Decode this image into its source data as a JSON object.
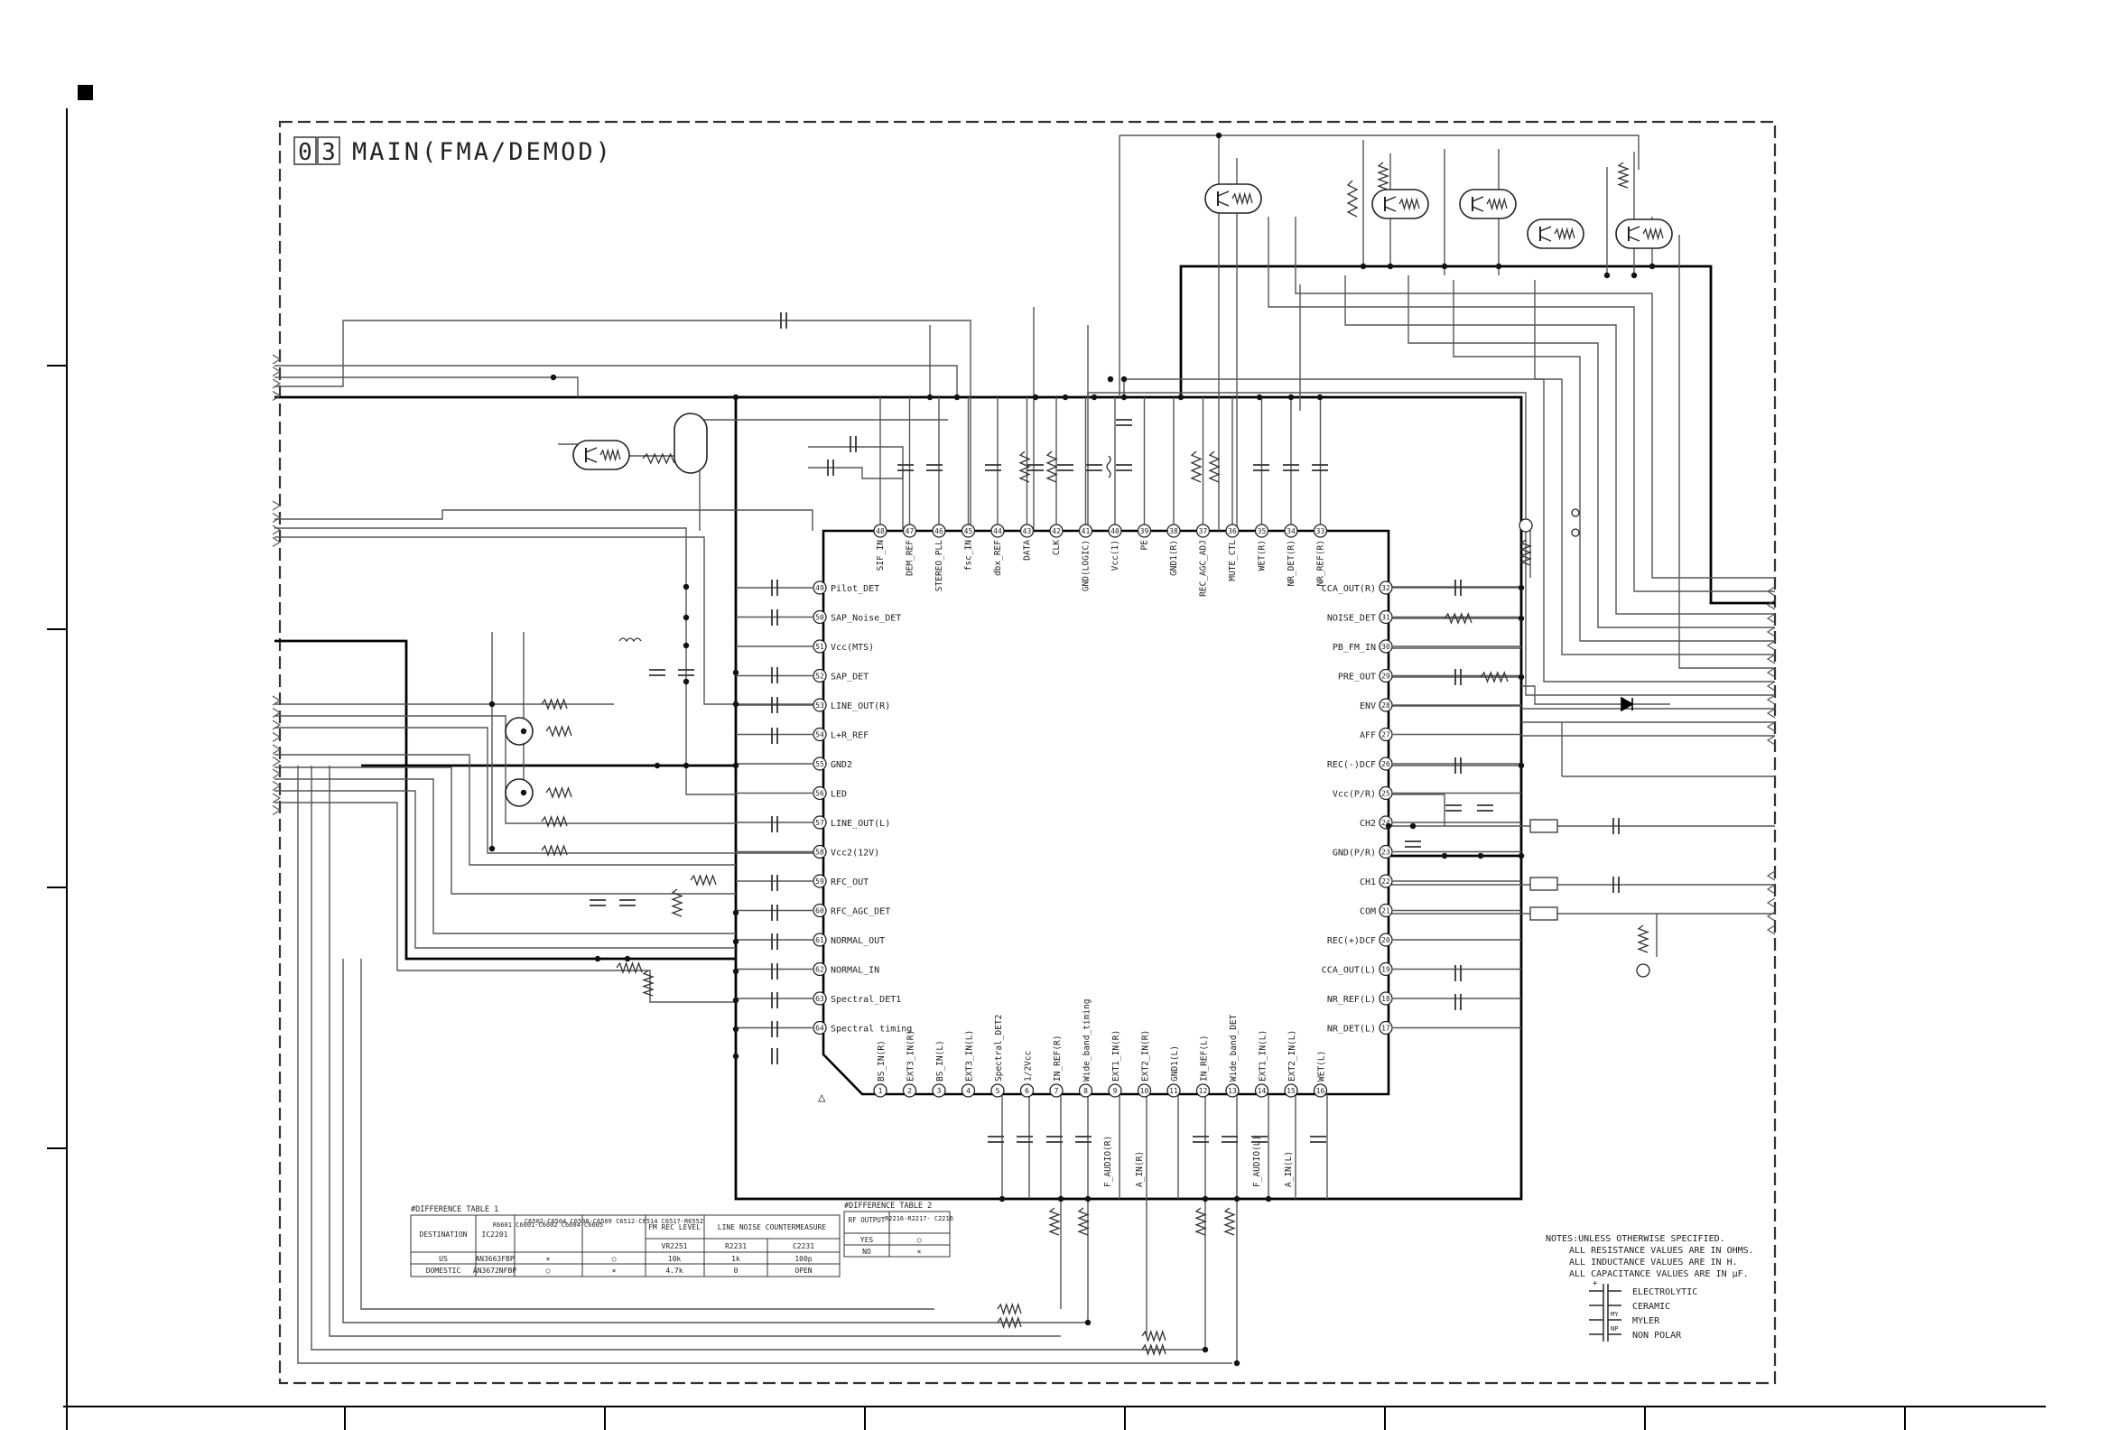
{
  "diagram": {
    "title_block": {
      "number_left": "0",
      "number_right": "3",
      "title": "MAIN(FMA/DEMOD)"
    },
    "ic_pins_top": [
      {
        "n": "48",
        "label": "SIF_IN"
      },
      {
        "n": "47",
        "label": "DEM_REF"
      },
      {
        "n": "46",
        "label": "STEREO_PLL"
      },
      {
        "n": "45",
        "label": "fsc_IN"
      },
      {
        "n": "44",
        "label": "dbx_REF"
      },
      {
        "n": "43",
        "label": "DATA"
      },
      {
        "n": "42",
        "label": "CLK"
      },
      {
        "n": "41",
        "label": "GND(LOGIC)"
      },
      {
        "n": "40",
        "label": "Vcc(1)"
      },
      {
        "n": "39",
        "label": "PE"
      },
      {
        "n": "38",
        "label": "GND1(R)"
      },
      {
        "n": "37",
        "label": "REC_AGC_ADJ"
      },
      {
        "n": "36",
        "label": "MUTE_CTL"
      },
      {
        "n": "35",
        "label": "WET(R)"
      },
      {
        "n": "34",
        "label": "NR_DET(R)"
      },
      {
        "n": "33",
        "label": "NR_REF(R)"
      }
    ],
    "ic_pins_left": [
      {
        "n": "49",
        "label": "Pilot_DET"
      },
      {
        "n": "50",
        "label": "SAP_Noise_DET"
      },
      {
        "n": "51",
        "label": "Vcc(MTS)"
      },
      {
        "n": "52",
        "label": "SAP_DET"
      },
      {
        "n": "53",
        "label": "LINE_OUT(R)"
      },
      {
        "n": "54",
        "label": "L+R_REF"
      },
      {
        "n": "55",
        "label": "GND2"
      },
      {
        "n": "56",
        "label": "LED"
      },
      {
        "n": "57",
        "label": "LINE_OUT(L)"
      },
      {
        "n": "58",
        "label": "Vcc2(12V)"
      },
      {
        "n": "59",
        "label": "RFC_OUT"
      },
      {
        "n": "60",
        "label": "RFC_AGC_DET"
      },
      {
        "n": "61",
        "label": "NORMAL_OUT"
      },
      {
        "n": "62",
        "label": "NORMAL_IN"
      },
      {
        "n": "63",
        "label": "Spectral_DET1"
      },
      {
        "n": "64",
        "label": "Spectral timing"
      }
    ],
    "ic_pins_right": [
      {
        "n": "32",
        "label": "CCA_OUT(R)"
      },
      {
        "n": "31",
        "label": "NOISE_DET"
      },
      {
        "n": "30",
        "label": "PB_FM_IN"
      },
      {
        "n": "29",
        "label": "PRE_OUT"
      },
      {
        "n": "28",
        "label": "ENV"
      },
      {
        "n": "27",
        "label": "AFF"
      },
      {
        "n": "26",
        "label": "REC(-)DCF"
      },
      {
        "n": "25",
        "label": "Vcc(P/R)"
      },
      {
        "n": "24",
        "label": "CH2"
      },
      {
        "n": "23",
        "label": "GND(P/R)"
      },
      {
        "n": "22",
        "label": "CH1"
      },
      {
        "n": "21",
        "label": "COM"
      },
      {
        "n": "20",
        "label": "REC(+)DCF"
      },
      {
        "n": "19",
        "label": "CCA_OUT(L)"
      },
      {
        "n": "18",
        "label": "NR_REF(L)"
      },
      {
        "n": "17",
        "label": "NR_DET(L)"
      }
    ],
    "ic_pins_bottom": [
      {
        "n": "1",
        "label": "BS_IN(R)"
      },
      {
        "n": "2",
        "label": "EXT3_IN(R)"
      },
      {
        "n": "3",
        "label": "BS_IN(L)"
      },
      {
        "n": "4",
        "label": "EXT3_IN(L)"
      },
      {
        "n": "5",
        "label": "Spectral_DET2"
      },
      {
        "n": "6",
        "label": "1/2Vcc"
      },
      {
        "n": "7",
        "label": "IN_REF(R)"
      },
      {
        "n": "8",
        "label": "Wide_band_timing"
      },
      {
        "n": "9",
        "label": "EXT1_IN(R)"
      },
      {
        "n": "10",
        "label": "EXT2_IN(R)"
      },
      {
        "n": "11",
        "label": "GND1(L)"
      },
      {
        "n": "12",
        "label": "IN_REF(L)"
      },
      {
        "n": "13",
        "label": "Wide_band_DET"
      },
      {
        "n": "14",
        "label": "EXT1_IN(L)"
      },
      {
        "n": "15",
        "label": "EXT2_IN(L)"
      },
      {
        "n": "16",
        "label": "WET(L)"
      }
    ],
    "bottom_signal_labels": [
      "F_AUDIO(R)",
      "A_IN(R)",
      "F_AUDIO(L)",
      "A_IN(L)"
    ],
    "difference_table_1": {
      "caption": "#DIFFERENCE TABLE 1",
      "headers": [
        "DESTINATION",
        "IC2201",
        "R6601\nC6601-C6602\nC6604-C6605",
        "C6502-C6504\nC6508-C6509\nC6512-C6514\nC6517-R6552",
        "FM REC LEVEL",
        "LINE NOISE COUNTERMEASURE"
      ],
      "subheaders": [
        "VR2251",
        "R2231",
        "C2231"
      ],
      "rows": [
        [
          "US",
          "AN3663FBP",
          "×",
          "○",
          "10k",
          "1k",
          "100p"
        ],
        [
          "DOMESTIC",
          "AN3672NFBP",
          "○",
          "×",
          "4.7k",
          "0",
          "OPEN"
        ]
      ]
    },
    "difference_table_2": {
      "caption": "#DIFFERENCE TABLE 2",
      "headers": [
        "RF OUTPUT",
        "R2216-R2217-\nC2216"
      ],
      "rows": [
        [
          "YES",
          "○"
        ],
        [
          "NO",
          "×"
        ]
      ]
    },
    "notes": [
      "NOTES:UNLESS OTHERWISE SPECIFIED.",
      "ALL RESISTANCE VALUES ARE IN OHMS.",
      "ALL INDUCTANCE VALUES ARE IN H.",
      "ALL CAPACITANCE VALUES ARE IN μF."
    ],
    "legend": [
      "ELECTROLYTIC",
      "CERAMIC",
      "MYLER",
      "NON POLAR"
    ],
    "legend_marks": [
      "+",
      "MY",
      "NP"
    ]
  }
}
